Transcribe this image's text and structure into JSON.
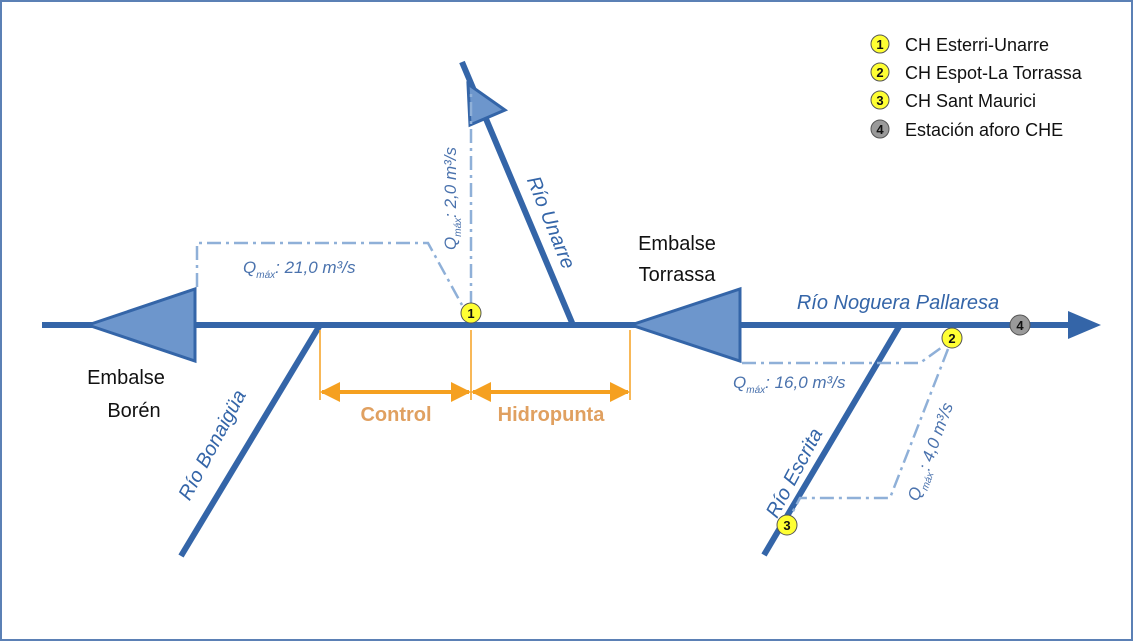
{
  "legend": [
    {
      "num": "1",
      "label": "CH Esterri-Unarre",
      "color": "#ffff33"
    },
    {
      "num": "2",
      "label": "CH Espot-La Torrassa",
      "color": "#ffff33"
    },
    {
      "num": "3",
      "label": "CH Sant Maurici",
      "color": "#ffff33"
    },
    {
      "num": "4",
      "label": "Estación aforo CHE",
      "color": "#9a9a9a"
    }
  ],
  "reservoirs": {
    "boren": {
      "line1": "Embalse",
      "line2": "Borén"
    },
    "torrassa": {
      "line1": "Embalse",
      "line2": "Torrassa"
    }
  },
  "rivers": {
    "noguera": "Río Noguera Pallaresa",
    "unarre": "Río Unarre",
    "bonaigua": "Río Bonaigüa",
    "escrita": "Río Escrita"
  },
  "flows": {
    "q_boren": {
      "q": "Q",
      "sub": "máx",
      "value": ": 21,0 m³/s"
    },
    "q_unarre": {
      "q": "Q",
      "sub": "máx",
      "value": ": 2,0 m³/s"
    },
    "q_torrassa": {
      "q": "Q",
      "sub": "máx",
      "value": ": 16,0 m³/s"
    },
    "q_escrita": {
      "q": "Q",
      "sub": "máx",
      "value": ": 4,0 m³/s"
    }
  },
  "stations": {
    "s1": "1",
    "s2": "2",
    "s3": "3",
    "s4": "4"
  },
  "segments": {
    "control": "Control",
    "hidropunta": "Hidropunta"
  },
  "colors": {
    "river": "#3465a8",
    "reservoir_fill": "#6d96cc",
    "flow_line": "#8fb0d8",
    "flow_text": "#4a72ad",
    "segment": "#f5a020",
    "segment_text": "#e0a060",
    "station_yellow": "#ffff33",
    "station_grey": "#9a9a9a",
    "frame": "#5b80b5"
  }
}
